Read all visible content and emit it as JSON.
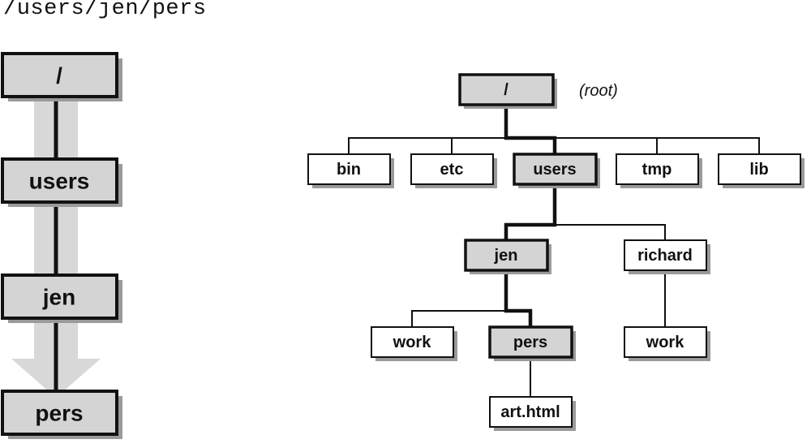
{
  "path_title": "/users/jen/pers",
  "colors": {
    "highlight_fill": "#d4d4d4",
    "plain_fill": "#ffffff",
    "stroke": "#111111",
    "arrow": "#d8d8d8",
    "shadow": "#9a9a9a"
  },
  "path_column": {
    "nodes": [
      {
        "id": "root",
        "label": "/"
      },
      {
        "id": "users",
        "label": "users"
      },
      {
        "id": "jen",
        "label": "jen"
      },
      {
        "id": "pers",
        "label": "pers"
      }
    ]
  },
  "tree": {
    "root_annotation": "(root)",
    "nodes": [
      {
        "id": "root",
        "label": "/",
        "on_path": true
      },
      {
        "id": "bin",
        "label": "bin",
        "on_path": false
      },
      {
        "id": "etc",
        "label": "etc",
        "on_path": false
      },
      {
        "id": "users",
        "label": "users",
        "on_path": true
      },
      {
        "id": "tmp",
        "label": "tmp",
        "on_path": false
      },
      {
        "id": "lib",
        "label": "lib",
        "on_path": false
      },
      {
        "id": "jen",
        "label": "jen",
        "on_path": true
      },
      {
        "id": "richard",
        "label": "richard",
        "on_path": false
      },
      {
        "id": "jen_work",
        "label": "work",
        "on_path": false
      },
      {
        "id": "pers",
        "label": "pers",
        "on_path": true
      },
      {
        "id": "richard_work",
        "label": "work",
        "on_path": false
      },
      {
        "id": "art_html",
        "label": "art.html",
        "on_path": false
      }
    ]
  }
}
